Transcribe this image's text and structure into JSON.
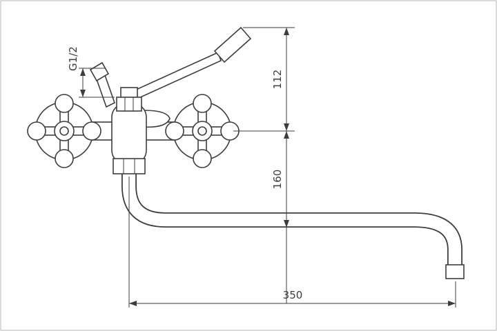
{
  "drawing": {
    "type": "technical-dimension-drawing",
    "subject": "wall-mounted dual cross-handle mixer faucet with lever and long S-shaped spout",
    "background": "#ffffff",
    "line_color": "#3d3d3d",
    "frame_color": "#cfcfcf",
    "labels": {
      "thread": "G1/2",
      "dim_lever_height": "112",
      "dim_spout_drop": "160",
      "dim_spout_reach": "350"
    }
  }
}
